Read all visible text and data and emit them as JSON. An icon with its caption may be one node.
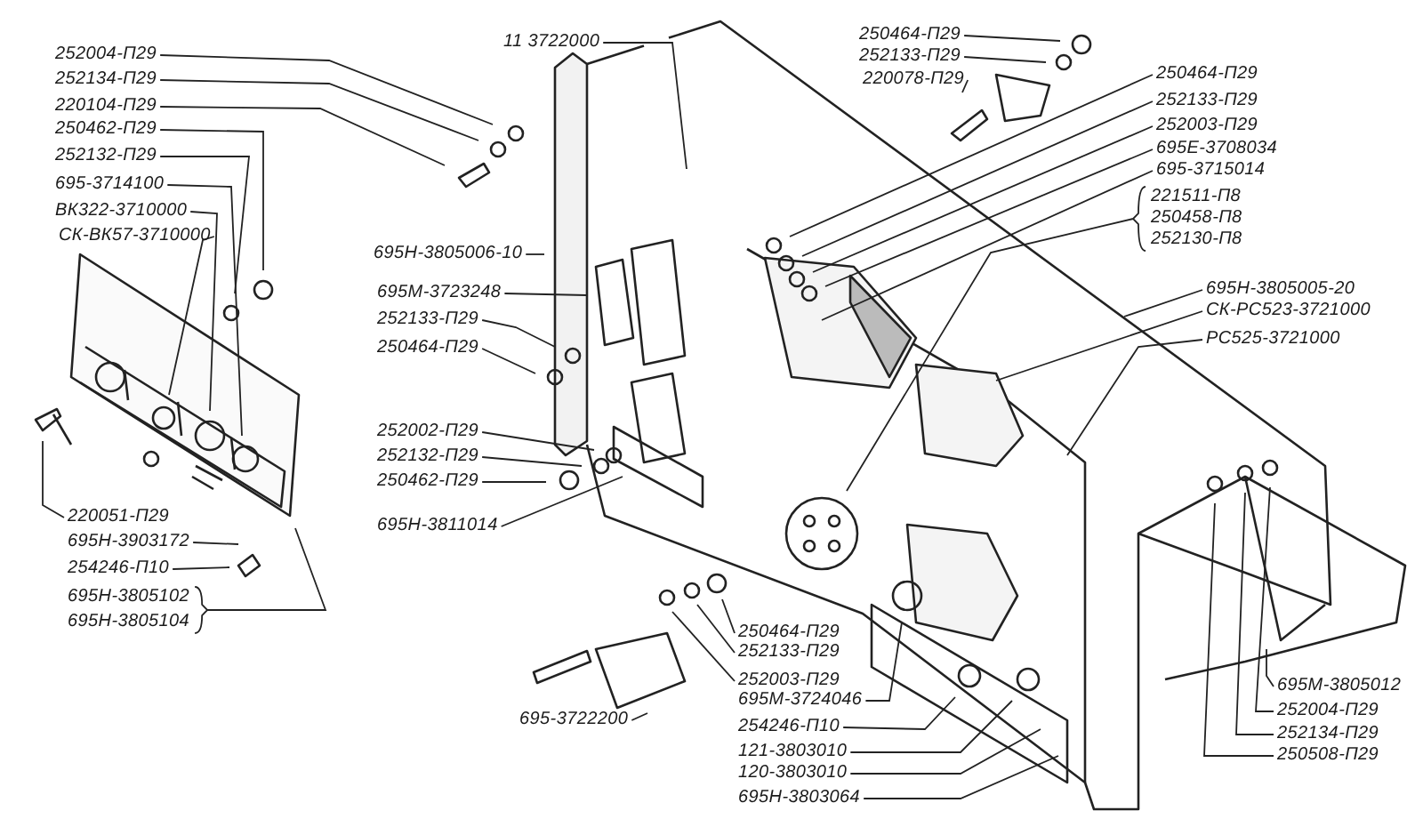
{
  "diagram": {
    "nodes": [
      {
        "text": [
          "252004-П29"
        ]
      },
      {
        "text": [
          "252134-П29"
        ]
      },
      {
        "text": [
          "220104-П29"
        ]
      },
      {
        "text": [
          "250462-П29"
        ]
      },
      {
        "text": [
          "252132-П29"
        ]
      },
      {
        "text": [
          "695-3714100"
        ]
      },
      {
        "text": [
          "ВК322-3710000"
        ]
      },
      {
        "text": [
          "СК-ВК57-3710000"
        ]
      },
      {
        "text": [
          "220051-П29"
        ]
      },
      {
        "text": [
          "695Н-3903172"
        ]
      },
      {
        "text": [
          "254246-П10"
        ]
      },
      {
        "text": [
          "695Н-3805102"
        ]
      },
      {
        "text": [
          "695Н-3805104"
        ]
      },
      {
        "text": [
          "11 3722000"
        ]
      },
      {
        "text": [
          "695Н-3805006-10"
        ]
      },
      {
        "text": [
          "695М-3723248"
        ]
      },
      {
        "text": [
          "252133-П29"
        ]
      },
      {
        "text": [
          "250464-П29"
        ]
      },
      {
        "text": [
          "252002-П29"
        ]
      },
      {
        "text": [
          "252132-П29"
        ]
      },
      {
        "text": [
          "250462-П29"
        ]
      },
      {
        "text": [
          "695Н-3811014"
        ]
      },
      {
        "text": [
          "250464-П29"
        ]
      },
      {
        "text": [
          "252133-П29"
        ]
      },
      {
        "text": [
          "252003-П29"
        ]
      },
      {
        "text": [
          "695М-3724046"
        ]
      },
      {
        "text": [
          "254246-П10"
        ]
      },
      {
        "text": [
          "121-3803010"
        ]
      },
      {
        "text": [
          "120-3803010"
        ]
      },
      {
        "text": [
          "695Н-3803064"
        ]
      },
      {
        "text": [
          "695-3722200"
        ]
      },
      {
        "text": [
          "250464-П29"
        ]
      },
      {
        "text": [
          "252133-П29"
        ]
      },
      {
        "text": [
          "220078-П29"
        ]
      },
      {
        "text": [
          "250464-П29"
        ]
      },
      {
        "text": [
          "252133-П29"
        ]
      },
      {
        "text": [
          "252003-П29"
        ]
      },
      {
        "text": [
          "695Е-3708034"
        ]
      },
      {
        "text": [
          "695-3715014"
        ]
      },
      {
        "text": [
          "221511-П8"
        ]
      },
      {
        "text": [
          "250458-П8"
        ]
      },
      {
        "text": [
          "252130-П8"
        ]
      },
      {
        "text": [
          "695Н-3805005-20"
        ]
      },
      {
        "text": [
          "СК-РС523-3721000"
        ]
      },
      {
        "text": [
          "РС525-3721000"
        ]
      },
      {
        "text": [
          "695М-3805012"
        ]
      },
      {
        "text": [
          "252004-П29"
        ]
      },
      {
        "text": [
          "252134-П29"
        ]
      },
      {
        "text": [
          "250508-П29"
        ]
      }
    ],
    "edges": [
      {
        "from": 0,
        "to": null,
        "arrow": "none"
      },
      {
        "from": 1,
        "to": null,
        "arrow": "none"
      },
      {
        "from": 2,
        "to": null,
        "arrow": "none"
      },
      {
        "from": 3,
        "to": null,
        "arrow": "none"
      },
      {
        "from": 4,
        "to": null,
        "arrow": "none"
      },
      {
        "from": 5,
        "to": null,
        "arrow": "none"
      },
      {
        "from": 6,
        "to": null,
        "arrow": "none"
      },
      {
        "from": 7,
        "to": null,
        "arrow": "none"
      },
      {
        "from": 8,
        "to": null,
        "arrow": "none"
      },
      {
        "from": 9,
        "to": null,
        "arrow": "none"
      },
      {
        "from": 10,
        "to": null,
        "arrow": "none"
      },
      {
        "from": 11,
        "to": null,
        "arrow": "none"
      },
      {
        "from": 12,
        "to": null,
        "arrow": "none"
      },
      {
        "from": 13,
        "to": null,
        "arrow": "none"
      },
      {
        "from": 14,
        "to": null,
        "arrow": "none"
      },
      {
        "from": 15,
        "to": null,
        "arrow": "none"
      },
      {
        "from": 16,
        "to": null,
        "arrow": "none"
      },
      {
        "from": 17,
        "to": null,
        "arrow": "none"
      },
      {
        "from": 18,
        "to": null,
        "arrow": "none"
      },
      {
        "from": 19,
        "to": null,
        "arrow": "none"
      },
      {
        "from": 20,
        "to": null,
        "arrow": "none"
      },
      {
        "from": 21,
        "to": null,
        "arrow": "none"
      },
      {
        "from": 22,
        "to": null,
        "arrow": "none"
      },
      {
        "from": 23,
        "to": null,
        "arrow": "none"
      },
      {
        "from": 24,
        "to": null,
        "arrow": "none"
      },
      {
        "from": 25,
        "to": null,
        "arrow": "none"
      },
      {
        "from": 26,
        "to": null,
        "arrow": "none"
      },
      {
        "from": 27,
        "to": null,
        "arrow": "none"
      },
      {
        "from": 28,
        "to": null,
        "arrow": "none"
      },
      {
        "from": 29,
        "to": null,
        "arrow": "none"
      },
      {
        "from": 30,
        "to": null,
        "arrow": "none"
      },
      {
        "from": 31,
        "to": null,
        "arrow": "none"
      },
      {
        "from": 32,
        "to": null,
        "arrow": "none"
      },
      {
        "from": 33,
        "to": null,
        "arrow": "none"
      },
      {
        "from": 34,
        "to": null,
        "arrow": "none"
      },
      {
        "from": 35,
        "to": null,
        "arrow": "none"
      },
      {
        "from": 36,
        "to": null,
        "arrow": "none"
      },
      {
        "from": 37,
        "to": null,
        "arrow": "none"
      },
      {
        "from": 38,
        "to": null,
        "arrow": "none"
      },
      {
        "from": 39,
        "to": null,
        "arrow": "none"
      },
      {
        "from": 40,
        "to": null,
        "arrow": "none"
      },
      {
        "from": 41,
        "to": null,
        "arrow": "none"
      },
      {
        "from": 42,
        "to": null,
        "arrow": "none"
      },
      {
        "from": 43,
        "to": null,
        "arrow": "none"
      },
      {
        "from": 44,
        "to": null,
        "arrow": "none"
      },
      {
        "from": 45,
        "to": null,
        "arrow": "none"
      },
      {
        "from": 46,
        "to": null,
        "arrow": "none"
      },
      {
        "from": 47,
        "to": null,
        "arrow": "none"
      },
      {
        "from": 48,
        "to": null,
        "arrow": "none"
      }
    ]
  }
}
